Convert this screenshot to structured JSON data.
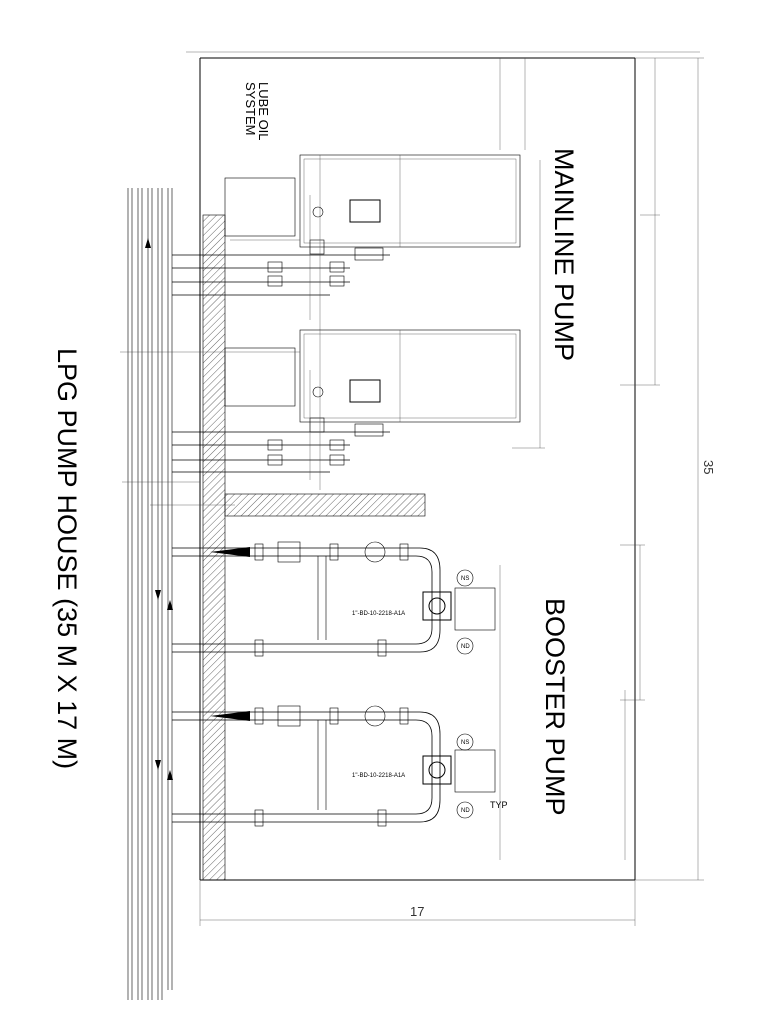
{
  "title": "LPG PUMP HOUSE (35 M X 17 M)",
  "areas": {
    "mainline": "MAINLINE PUMP",
    "booster": "BOOSTER PUMP",
    "lube_line1": "LUBE OIL",
    "lube_line2": "SYSTEM"
  },
  "dimensions": {
    "length": "35",
    "width": "17"
  },
  "booster_tags": {
    "line_upper": "1\"-BD-10-2218-A1A",
    "line_lower": "1\"-BD-10-2218-A1A",
    "ns": "NS",
    "nd": "ND",
    "typ": "TYP"
  }
}
